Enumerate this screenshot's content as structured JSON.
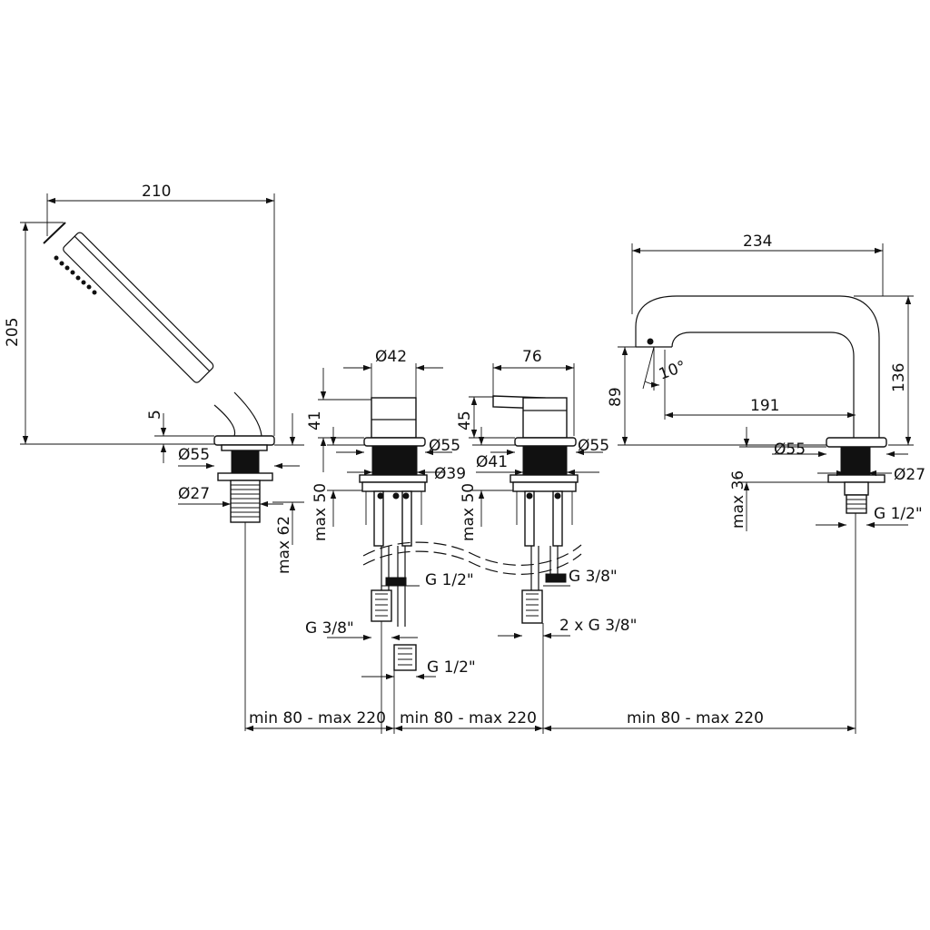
{
  "diagram": {
    "labels": {
      "shower_width": "210",
      "shower_height": "205",
      "shower_flange_gap": "5",
      "shower_flange_dia": "Ø55",
      "shower_stem_dia": "Ø27",
      "shower_max_depth": "max 62",
      "mixer1_top_dia": "Ø42",
      "mixer1_height": "41",
      "mixer1_flange_dia": "Ø55",
      "mixer1_body_dia": "Ø39",
      "mixer1_max_depth": "max 50",
      "mixer1_thread_a": "G 1/2\"",
      "mixer1_thread_b": "G 3/8\"",
      "mixer1_thread_c": "G 1/2\"",
      "mixer2_width": "76",
      "mixer2_height": "45",
      "mixer2_body_dia": "Ø41",
      "mixer2_flange_dia": "Ø55",
      "mixer2_max_depth": "max 50",
      "mixer2_thread_a": "G 3/8\"",
      "mixer2_thread_b": "2 x G 3/8\"",
      "spout_width": "234",
      "spout_height": "136",
      "spout_outlet_height": "89",
      "spout_angle": "10°",
      "spout_reach": "191",
      "spout_flange_dia": "Ø55",
      "spout_stem_dia": "Ø27",
      "spout_max_depth": "max 36",
      "spout_thread": "G 1/2\"",
      "spacing_1": "min 80 - max 220",
      "spacing_2": "min 80 - max 220",
      "spacing_3": "min 80 - max 220"
    }
  }
}
